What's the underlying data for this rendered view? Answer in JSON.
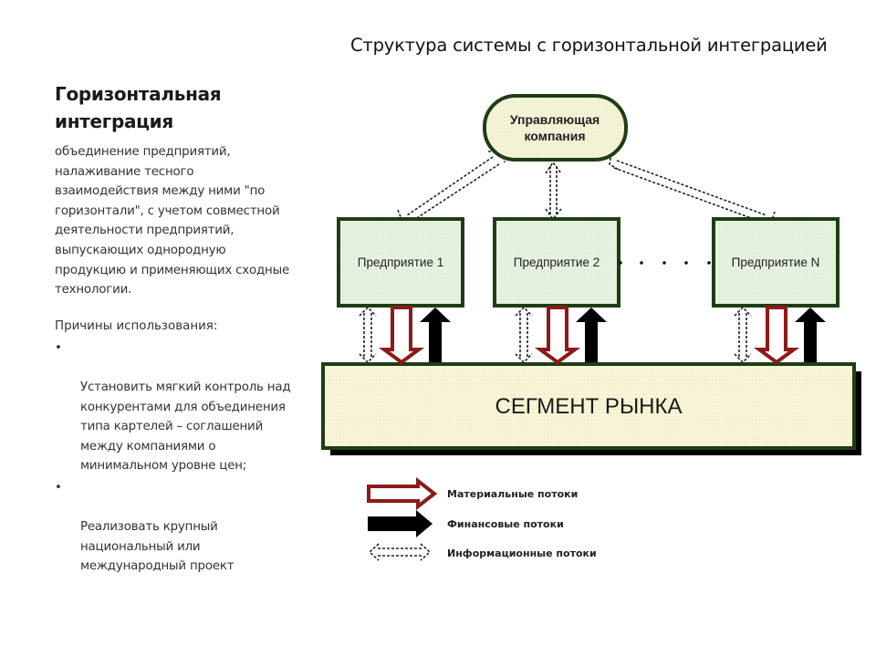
{
  "slide": {
    "title": "Структура системы с горизонтальной интеграцией"
  },
  "left_panel": {
    "heading_line1": "Горизонтальная",
    "heading_line2": "интеграция",
    "description": "объединение предприятий,\nналаживание тесного\nвзаимодействия между ними \"по\nгоризонтали\", с учетом совместной\nдеятельности предприятий,\nвыпускающих однородную\nпродукцию и применяющих сходные\nтехнологии.",
    "reasons_title": "Причины использования:",
    "bullet_glyph": "•",
    "reasons": [
      "Установить мягкий контроль над\nконкурентами для объединения\nтипа картелей – соглашений\nмежду компаниями о\nминимальном уровне цен;",
      "Реализовать крупный\nнациональный или\nмеждународный проект"
    ]
  },
  "diagram": {
    "management": {
      "line1": "Управляющая",
      "line2": "компания"
    },
    "enterprises": [
      {
        "label": "Предприятие 1"
      },
      {
        "label": "Предприятие 2"
      },
      {
        "label": "Предприятие N"
      }
    ],
    "ellipsis": "· · · ·",
    "market": {
      "label": "СЕГМЕНТ РЫНКА"
    },
    "legend": [
      {
        "type": "material",
        "label": "Материальные потоки"
      },
      {
        "type": "financial",
        "label": "Финансовые потоки"
      },
      {
        "type": "information",
        "label": "Информационные потоки"
      }
    ],
    "colors": {
      "box_border": "#1f3d14",
      "enterprise_fill": "#e6f2e0",
      "management_fill": "#f5f3d6",
      "market_fill": "#f7f5d5",
      "material_arrow": "#8b1a1a",
      "financial_arrow": "#000000",
      "shadow": "#000000"
    }
  }
}
